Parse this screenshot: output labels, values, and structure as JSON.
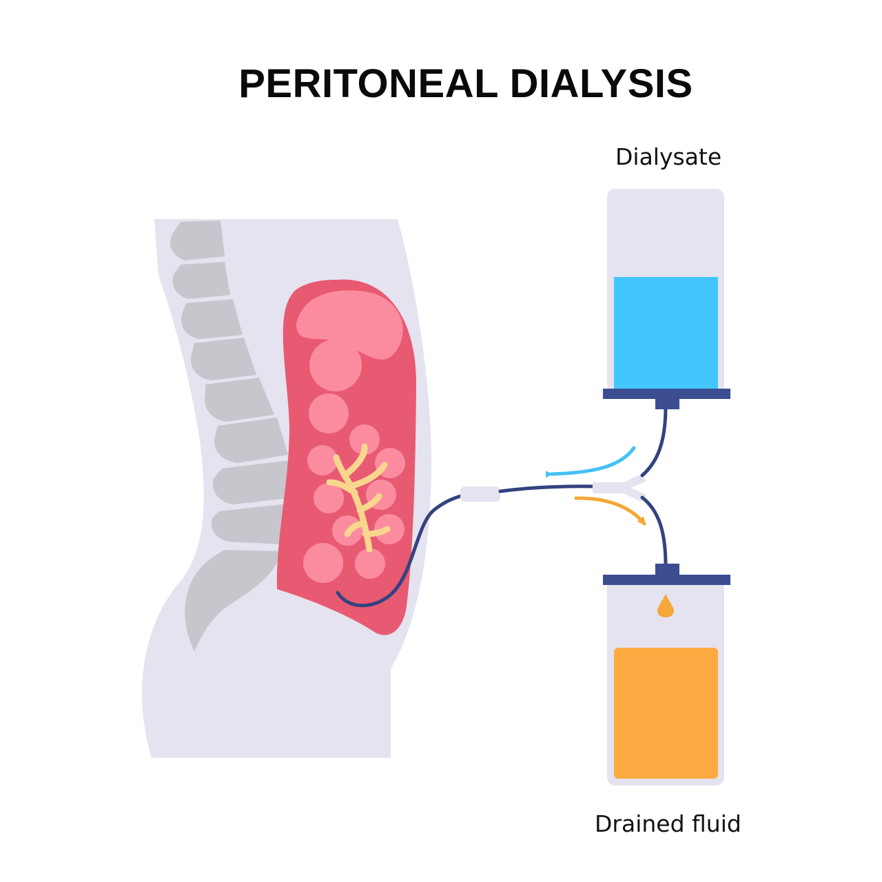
{
  "title": "PERITONEAL DIALYSIS",
  "labels": {
    "dialysate": "Dialysate",
    "drained_fluid": "Drained fluid"
  },
  "colors": {
    "body": "#e4e3ef",
    "spine": "#c6c6cc",
    "peritoneum": "#e85a72",
    "intestine": "#fb8ca0",
    "mesentery": "#f8d68d",
    "tube": "#33437f",
    "clamp": "#3c4d92",
    "dialysate_fluid": "#42c6fb",
    "drained_fluid": "#fdaa42",
    "inflow_arrow": "#42c1f4",
    "outflow_arrow": "#f3a838"
  }
}
